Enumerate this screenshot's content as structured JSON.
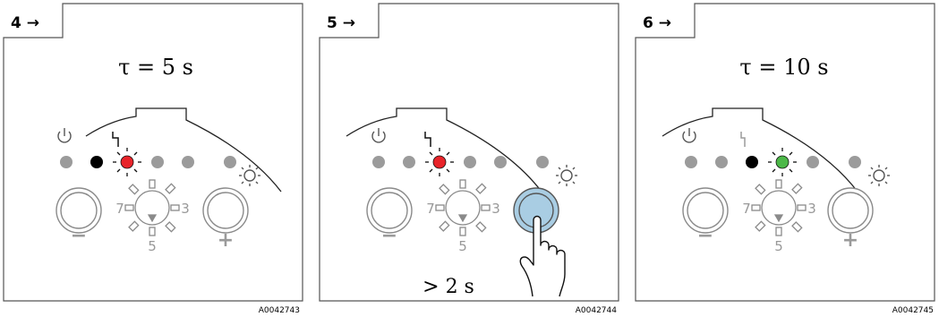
{
  "panels": [
    {
      "step": "4 →",
      "caption": "τ = 5 s",
      "leds": [
        "grey",
        "black",
        "red",
        "grey",
        "grey",
        "grey"
      ],
      "code": "A0042743"
    },
    {
      "step": "5 →",
      "caption": "> 2 s",
      "leds": [
        "grey",
        "grey",
        "red",
        "grey",
        "grey",
        "grey"
      ],
      "code": "A0042744"
    },
    {
      "step": "6 →",
      "caption": "τ = 10 s",
      "leds": [
        "grey",
        "grey",
        "black",
        "green",
        "grey",
        "grey"
      ],
      "code": "A0042745"
    }
  ],
  "dial": {
    "left": "7",
    "right": "3",
    "bottom": "5"
  },
  "buttons": {
    "minus": "−",
    "plus": "+"
  },
  "colors": {
    "red": "#e8242a",
    "green": "#4cb848",
    "grey": "#9b9b9b",
    "black": "#000000",
    "pressed": "#a9cde3",
    "frame": "#555555"
  }
}
